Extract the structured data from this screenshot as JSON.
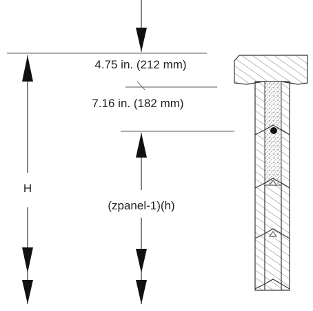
{
  "labels": {
    "top_dim": "4.75 in. (212 mm)",
    "mid_dim": "7.16 in. (182 mm)",
    "height": "H",
    "panel": "(zpanel-1)(h)"
  },
  "colors": {
    "line": "#333333",
    "arrow": "#111111",
    "background": "#ffffff"
  }
}
